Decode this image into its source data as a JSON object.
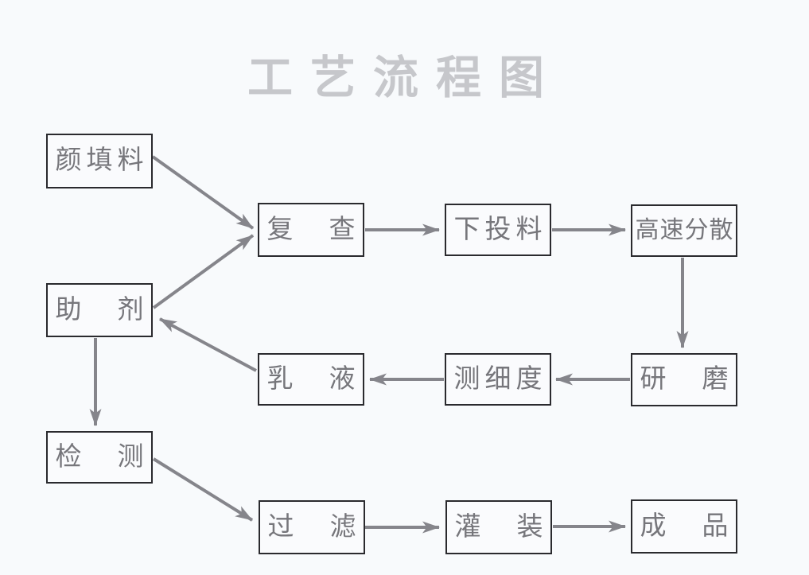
{
  "title": "工艺流程图",
  "colors": {
    "background": "#f8fafc",
    "box_bg": "#fafbfd",
    "box_border": "#2a2a2e",
    "box_text": "#76767b",
    "arrow": "#85858b",
    "title_text": "#c6c7cb"
  },
  "nodes": [
    {
      "id": "pigment-filler",
      "label": "颜填料"
    },
    {
      "id": "recheck",
      "label": "复　查"
    },
    {
      "id": "feed-material",
      "label": "下投料"
    },
    {
      "id": "high-speed-dispersion",
      "label": "高速分散"
    },
    {
      "id": "additive",
      "label": "助　剂"
    },
    {
      "id": "grinding",
      "label": "研　磨"
    },
    {
      "id": "fineness-test",
      "label": "测细度"
    },
    {
      "id": "emulsion",
      "label": "乳　液"
    },
    {
      "id": "inspection",
      "label": "检　测"
    },
    {
      "id": "filtering",
      "label": "过　滤"
    },
    {
      "id": "filling",
      "label": "灌　装"
    },
    {
      "id": "finished-product",
      "label": "成　品"
    }
  ],
  "edges": [
    {
      "from": "pigment-filler",
      "to": "recheck"
    },
    {
      "from": "additive",
      "to": "recheck"
    },
    {
      "from": "recheck",
      "to": "feed-material"
    },
    {
      "from": "feed-material",
      "to": "high-speed-dispersion"
    },
    {
      "from": "high-speed-dispersion",
      "to": "grinding"
    },
    {
      "from": "grinding",
      "to": "fineness-test"
    },
    {
      "from": "fineness-test",
      "to": "emulsion"
    },
    {
      "from": "emulsion",
      "to": "additive"
    },
    {
      "from": "additive",
      "to": "inspection"
    },
    {
      "from": "inspection",
      "to": "filtering"
    },
    {
      "from": "filtering",
      "to": "filling"
    },
    {
      "from": "filling",
      "to": "finished-product"
    }
  ]
}
